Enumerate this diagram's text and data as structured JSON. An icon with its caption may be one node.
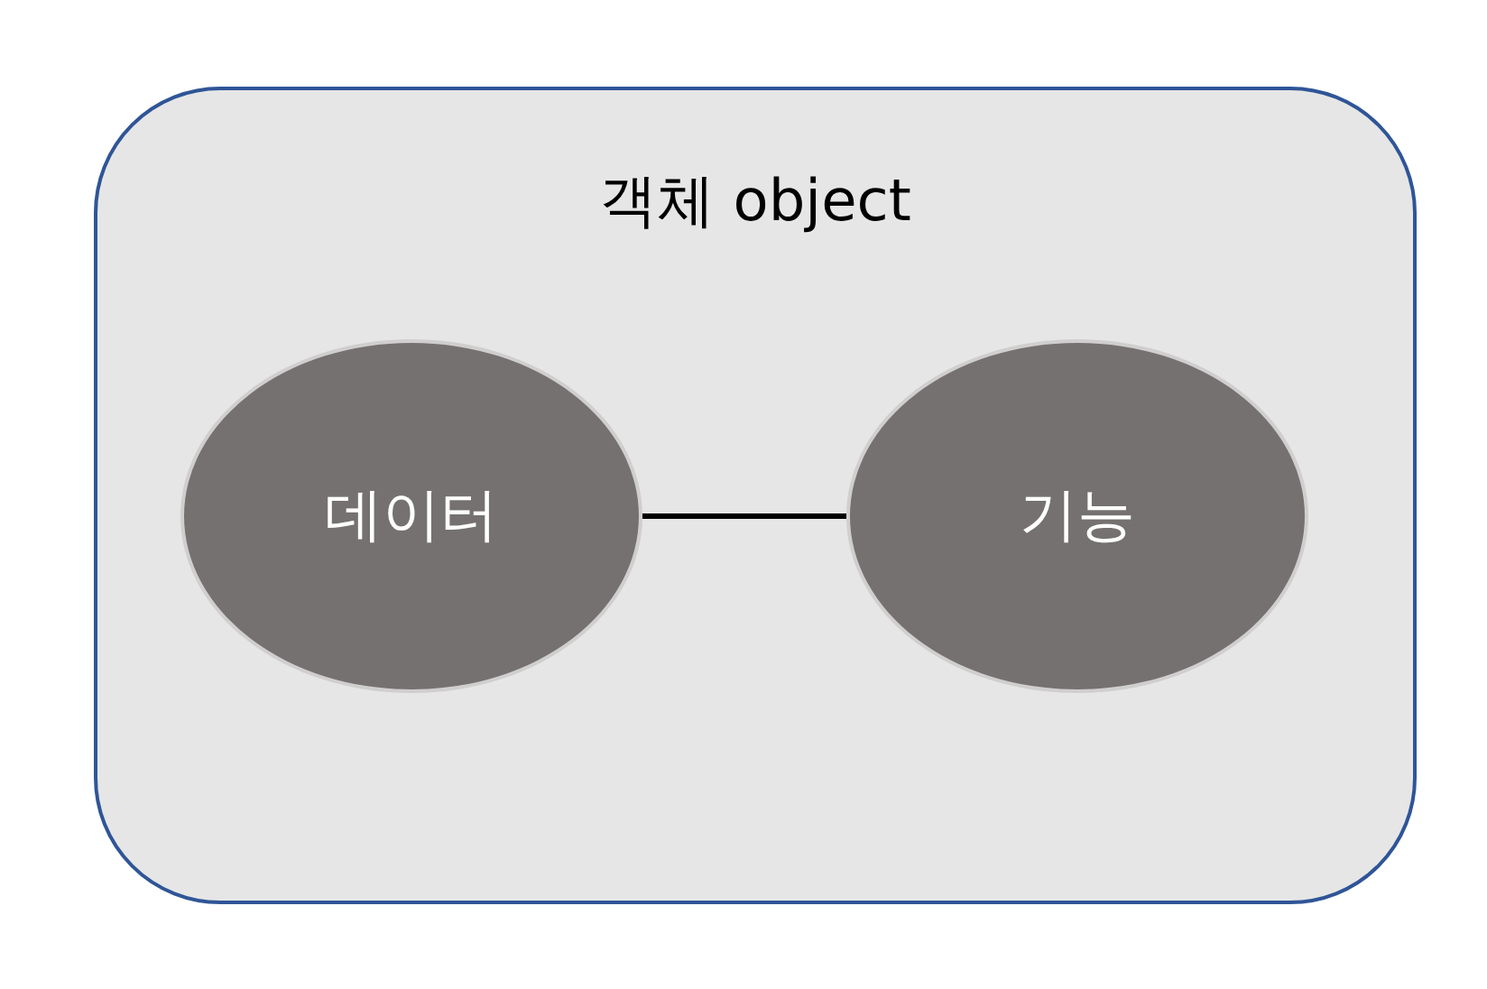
{
  "diagram": {
    "nodes": [
      {
        "text": [
          "객체 object"
        ]
      },
      {
        "text": [
          "데이터"
        ],
        "in": 0
      },
      {
        "text": [
          "기능"
        ],
        "in": 0
      }
    ],
    "edges": [
      {
        "from": 1,
        "to": 2,
        "arrow": "none"
      }
    ]
  }
}
